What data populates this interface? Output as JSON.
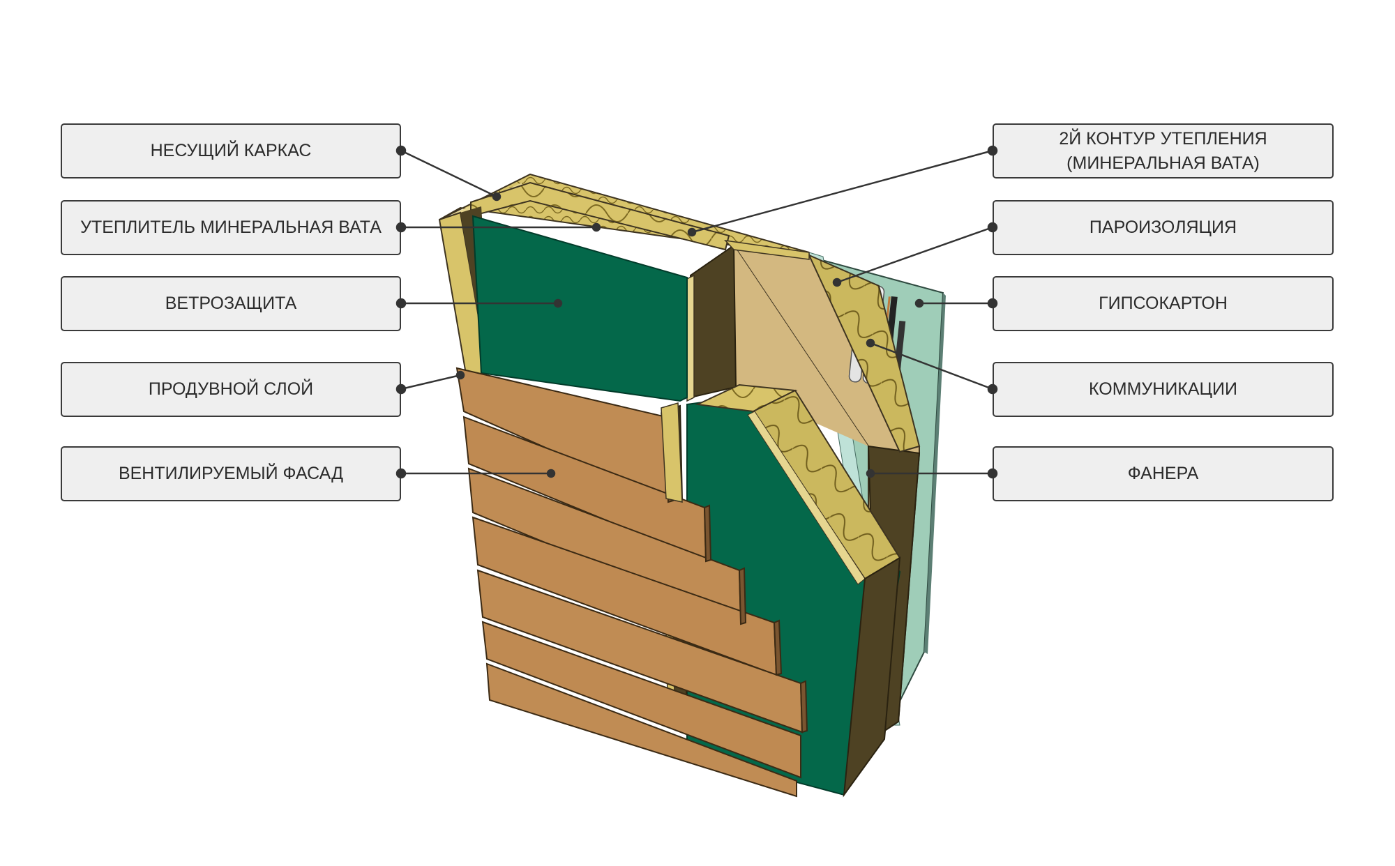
{
  "labels": {
    "left": [
      {
        "id": "frame",
        "text": "НЕСУЩИЙ КАРКАС"
      },
      {
        "id": "insulation",
        "text": "УТЕПЛИТЕЛЬ МИНЕРАЛЬНАЯ ВАТА"
      },
      {
        "id": "wind",
        "text": "ВЕТРОЗАЩИТА"
      },
      {
        "id": "vent_gap",
        "text": "ПРОДУВНОЙ СЛОЙ"
      },
      {
        "id": "facade",
        "text": "ВЕНТИЛИРУЕМЫЙ ФАСАД"
      }
    ],
    "right": [
      {
        "id": "second_insulation",
        "text": "2Й КОНТУР УТЕПЛЕНИЯ\n(МИНЕРАЛЬНАЯ ВАТА)"
      },
      {
        "id": "vapor",
        "text": "ПАРОИЗОЛЯЦИЯ"
      },
      {
        "id": "drywall",
        "text": "ГИПСОКАРТОН"
      },
      {
        "id": "utilities",
        "text": "КОММУНИКАЦИИ"
      },
      {
        "id": "plywood",
        "text": "ФАНЕРА"
      }
    ]
  },
  "colors": {
    "wind_barrier": "#04684a",
    "siding": "#c08c54",
    "mineral_wool": "#d8c46a",
    "frame_wood": "#e6d690",
    "plywood": "#d3b880",
    "drywall": "#9fcdb8",
    "dark_edge": "#4e4223",
    "leader": "#333333"
  }
}
